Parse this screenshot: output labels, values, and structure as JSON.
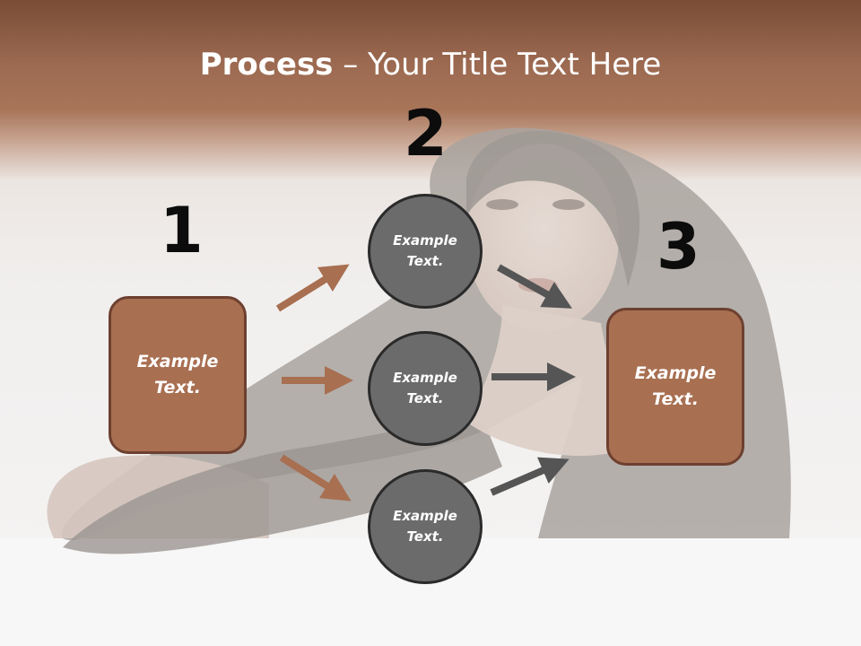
{
  "title": {
    "bold": "Process",
    "rest": " – Your Title Text Here"
  },
  "steps": {
    "one": "1",
    "two": "2",
    "three": "3"
  },
  "boxes": {
    "left": [
      "Example",
      "Text."
    ],
    "right": [
      "Example",
      "Text."
    ]
  },
  "circles": [
    {
      "line1": "Example",
      "line2": "Text."
    },
    {
      "line1": "Example",
      "line2": "Text."
    },
    {
      "line1": "Example",
      "line2": "Text."
    }
  ],
  "colors": {
    "box_fill": "#a86f51",
    "box_border": "#6d4030",
    "circle_fill": "#6b6b6b",
    "arrow_brown": "#a86f51",
    "arrow_gray": "#555555",
    "title_band": "#a87559"
  }
}
